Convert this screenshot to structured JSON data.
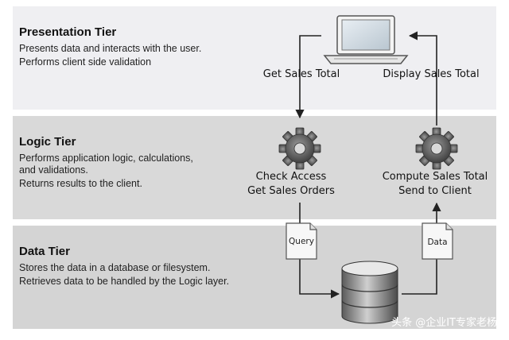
{
  "tiers": {
    "presentation": {
      "title": "Presentation Tier",
      "lines": [
        "Presents data and interacts with the user.",
        "Performs client side validation"
      ]
    },
    "logic": {
      "title": "Logic Tier",
      "lines": [
        "Performs application logic, calculations,",
        "and validations.",
        "Returns results to the client."
      ]
    },
    "data": {
      "title": "Data Tier",
      "lines": [
        "Stores the data in a database or filesystem.",
        "Retrieves data to be handled by the Logic layer."
      ]
    }
  },
  "flow": {
    "get_sales_total": "Get Sales Total",
    "display_sales_total": "Display Sales Total",
    "check_access": "Check Access",
    "get_sales_orders": "Get Sales Orders",
    "compute_sales_total": "Compute Sales Total",
    "send_to_client": "Send to Client",
    "query_doc": "Query",
    "data_doc": "Data"
  },
  "icons": {
    "client": "laptop-icon",
    "logic_left": "gear-icon",
    "logic_right": "gear-icon",
    "database": "database-icon",
    "query": "document-icon",
    "data": "document-icon"
  },
  "watermark": "头条 @企业IT专家老杨"
}
